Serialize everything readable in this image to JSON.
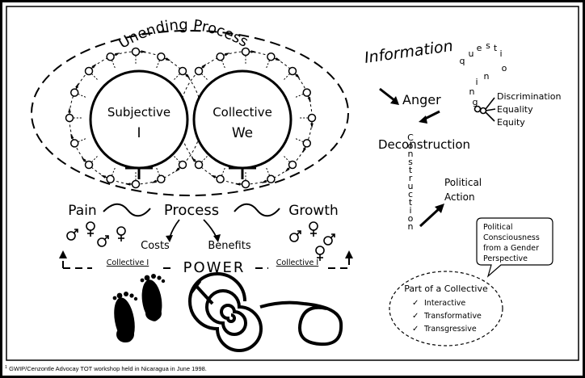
{
  "cycle": {
    "title": "Unending Process",
    "left_circle": {
      "label": "Subjective",
      "pronoun": "I"
    },
    "right_circle": {
      "label": "Collective",
      "pronoun": "We"
    }
  },
  "process_row": {
    "pain": "Pain",
    "process": "Process",
    "growth": "Growth",
    "costs": "Costs",
    "benefits": "Benefits",
    "collective_left": "Collective I",
    "power": "POWER",
    "collective_right": "Collective I"
  },
  "right_panel": {
    "information": "Information",
    "questioning_letters": [
      "q",
      "u",
      "e",
      "s",
      "t",
      "i",
      "o",
      "n",
      "i",
      "n",
      "g"
    ],
    "anger": "Anger",
    "discrimination": "Discrimination",
    "equality": "Equality",
    "equity": "Equity",
    "deconstruction": "Deconstruction",
    "construction_letters": [
      "C",
      "o",
      "n",
      "s",
      "t",
      "r",
      "u",
      "c",
      "t",
      "i",
      "o",
      "n"
    ],
    "political_action_line1": "Political",
    "political_action_line2": "Action"
  },
  "callout": {
    "line1": "Political",
    "line2": "Consciousness",
    "line3": "from a Gender",
    "line4": "Perspective"
  },
  "collective_box": {
    "title": "Part of a Collective",
    "items": [
      "Interactive",
      "Transformative",
      "Transgressive"
    ],
    "check_glyph": "✓"
  },
  "footnote": {
    "marker": "1",
    "text": "GWIP/Cenzontle Advocay TOT workshop held in Nicaragua in June 1998."
  }
}
